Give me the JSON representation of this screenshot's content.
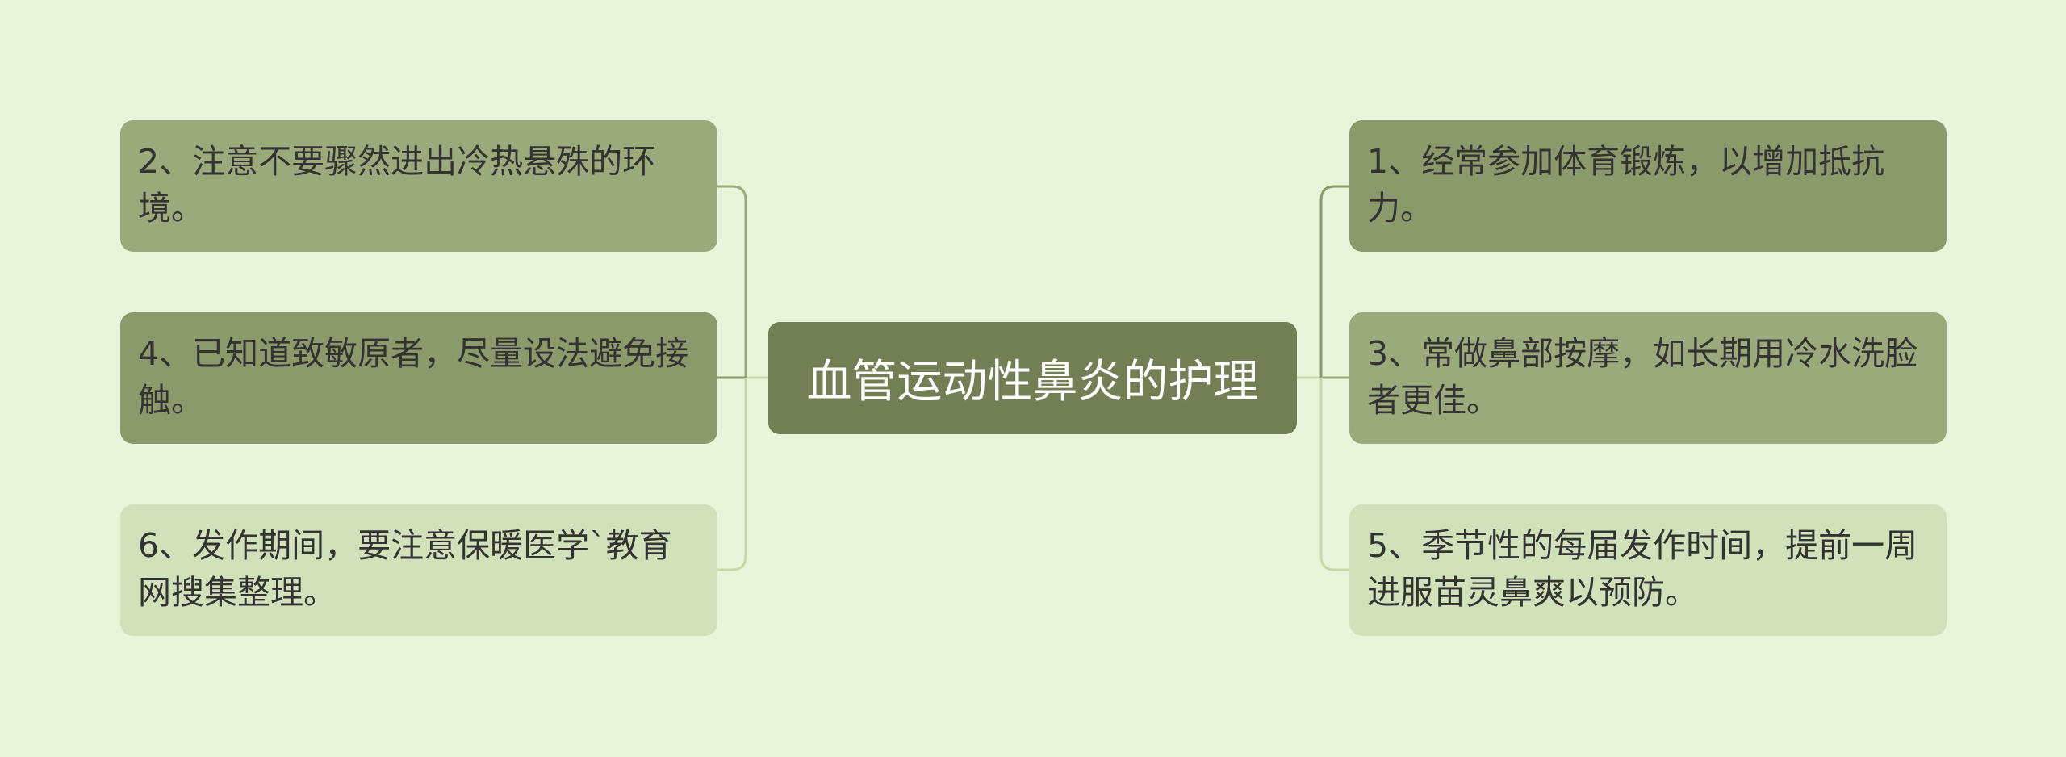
{
  "colors": {
    "background": "#e8f5da",
    "center": "#727f54",
    "level_dark": "#8b9a6b",
    "level_mid": "#9aaa7b",
    "level_light": "#d1e2bb",
    "line_dark": "#8b9a6b",
    "line_mid": "#9aaa7b",
    "line_light": "#c6d9ab"
  },
  "mindmap": {
    "center": {
      "label": "血管运动性鼻炎的护理"
    },
    "left": [
      {
        "label": "2、注意不要骤然进出冷热悬殊的环境。",
        "tone": "mid"
      },
      {
        "label": "4、已知道致敏原者，尽量设法避免接触。",
        "tone": "dark"
      },
      {
        "label": "6、发作期间，要注意保暖医学`教育网搜集整理。",
        "tone": "light"
      }
    ],
    "right": [
      {
        "label": "1、经常参加体育锻炼，以增加抵抗力。",
        "tone": "dark"
      },
      {
        "label": "3、常做鼻部按摩，如长期用冷水洗脸者更佳。",
        "tone": "mid"
      },
      {
        "label": "5、季节性的每届发作时间，提前一周进服苗灵鼻爽以预防。",
        "tone": "light"
      }
    ]
  }
}
